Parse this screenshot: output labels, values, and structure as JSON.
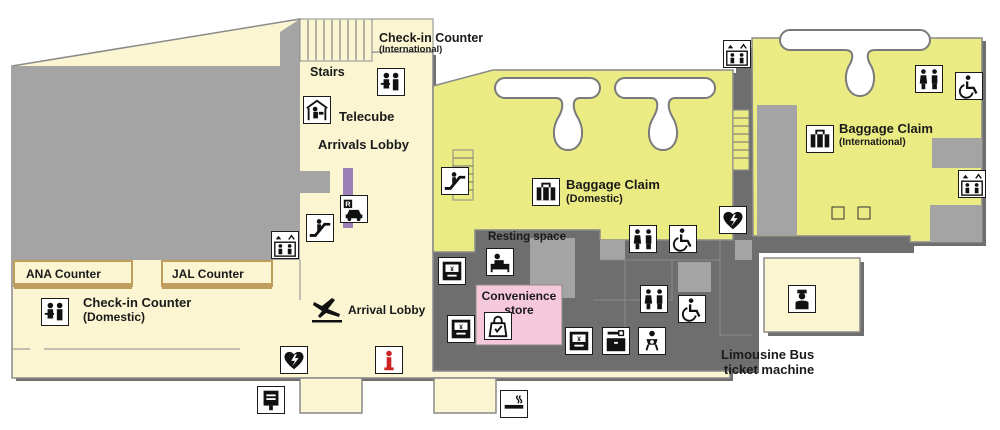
{
  "labels": {
    "checkin_intl": "Check-in Counter",
    "checkin_intl_sub": "(International)",
    "stairs": "Stairs",
    "telecube": "Telecube",
    "arrivals_lobby": "Arrivals Lobby",
    "baggage_domestic": "Baggage Claim",
    "baggage_domestic_sub": "(Domestic)",
    "baggage_intl": "Baggage Claim",
    "baggage_intl_sub": "(International)",
    "resting_space": "Resting space",
    "ana_counter": "ANA Counter",
    "jal_counter": "JAL Counter",
    "checkin_domestic": "Check-in Counter",
    "checkin_domestic_sub": "(Domestic)",
    "arrival_lobby": "Arrival Lobby",
    "convenience_store": "Convenience",
    "convenience_store_sub": "store",
    "limousine_bus": "Limousine Bus",
    "limousine_bus_sub": "ticket machine"
  },
  "icons": [
    "staff-icon",
    "telephone-booth-icon",
    "escalator-icon",
    "elevator-icon",
    "taxi-icon",
    "baggage-icon",
    "restroom-icon",
    "wheelchair-icon",
    "aed-icon",
    "atm-icon",
    "resting-icon",
    "shopping-icon",
    "information-icon",
    "mailbox-icon",
    "smoking-icon",
    "coin-locker-icon",
    "baby-care-icon",
    "bus-driver-icon"
  ],
  "colors": {
    "lobby": "#fbf5d2",
    "baggage": "#ebeb84",
    "gray": "#a4a4a4",
    "store": "#f6c8dc",
    "counter": "#bf9d5d",
    "taxi_stand": "#9b80b8",
    "info_red": "#cc2222"
  }
}
